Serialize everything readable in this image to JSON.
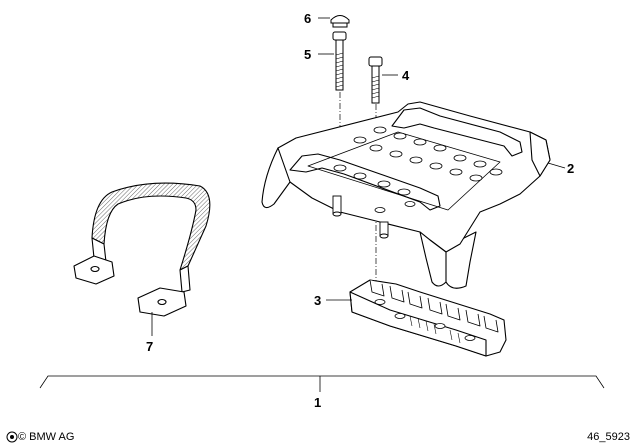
{
  "callouts": {
    "c1": "1",
    "c2": "2",
    "c3": "3",
    "c4": "4",
    "c5": "5",
    "c6": "6",
    "c7": "7"
  },
  "footer": {
    "copyright": "© BMW AG",
    "reference": "46_5923"
  }
}
